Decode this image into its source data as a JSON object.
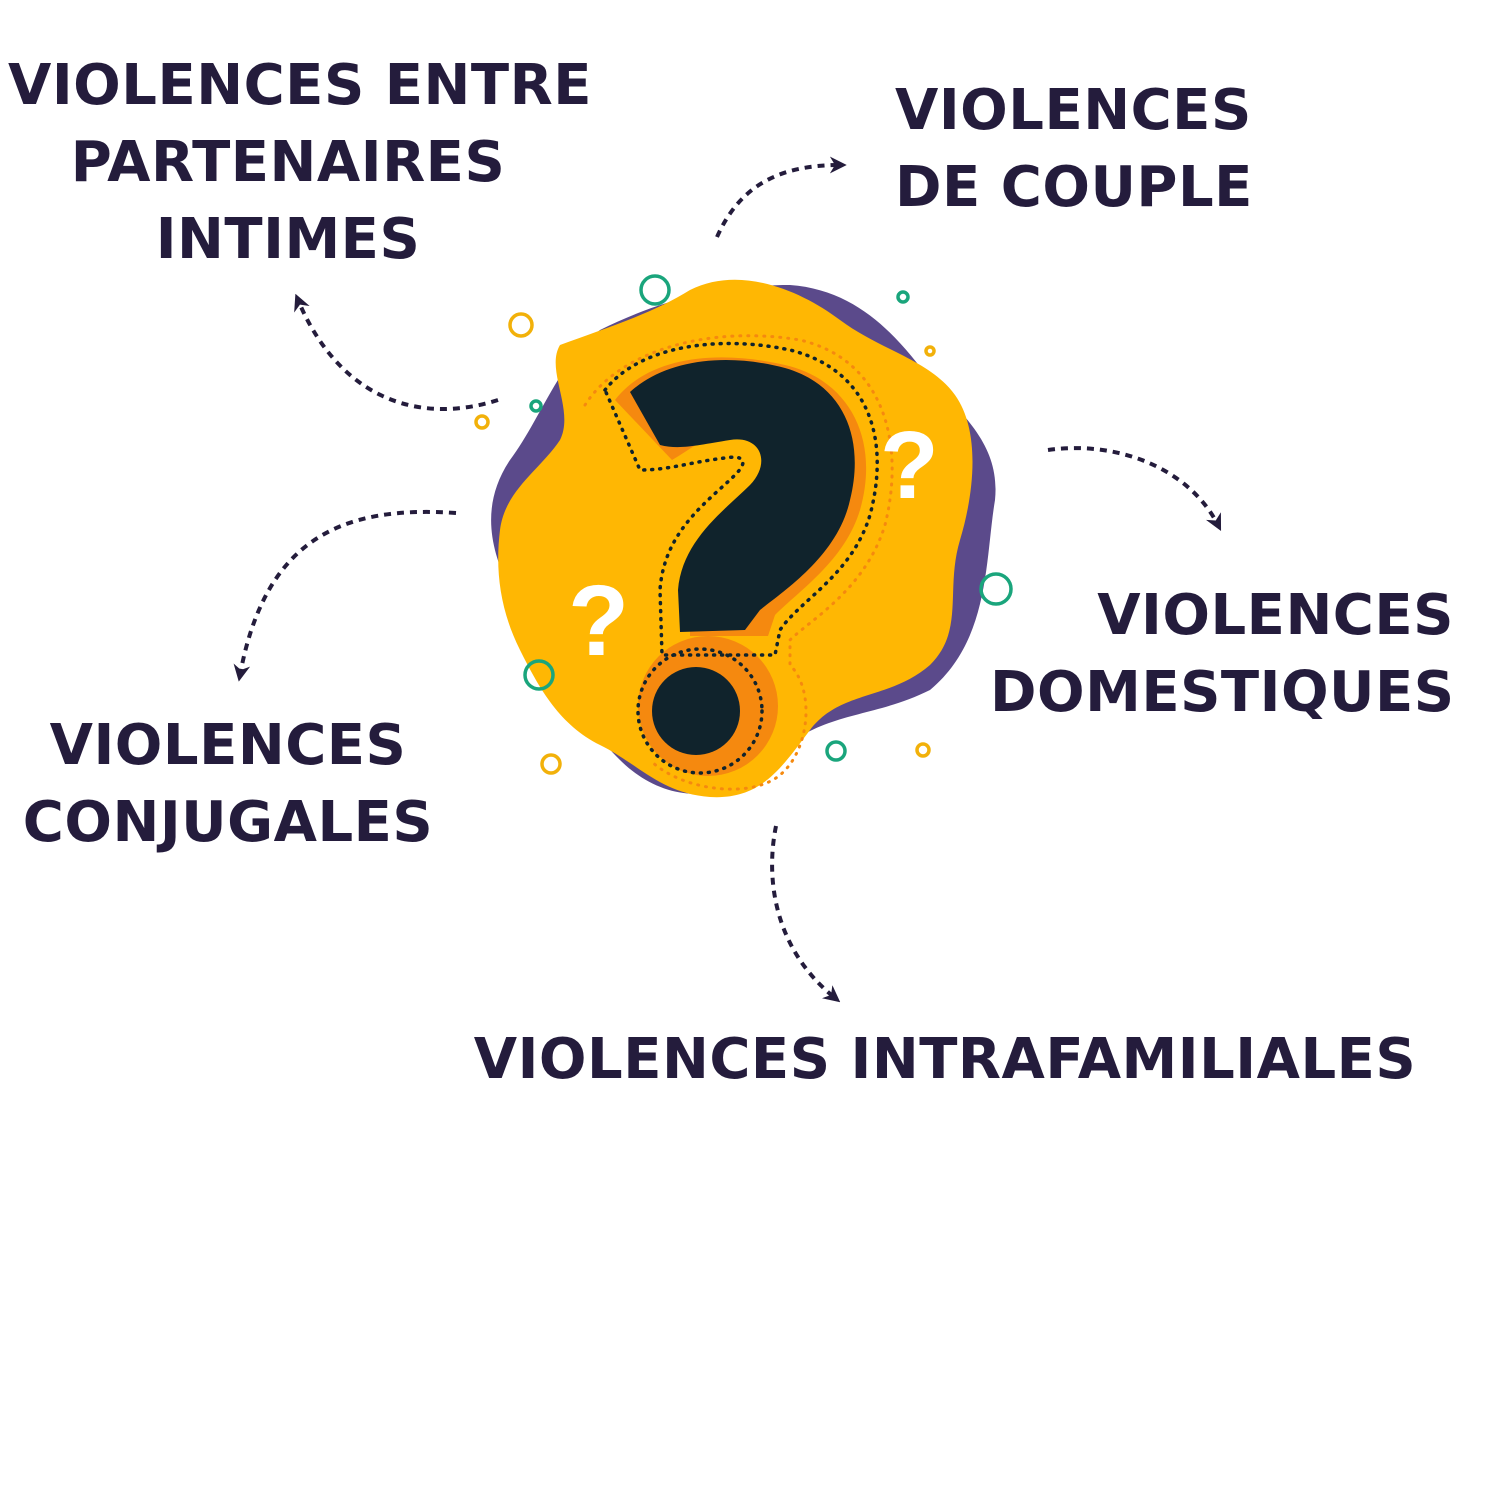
{
  "colors": {
    "text": "#241c3c",
    "blob_yellow": "#ffb703",
    "blob_purple": "#5b4a8b",
    "orange": "#f5890f",
    "question_dark": "#10232c",
    "circle_green": "#1aa57c",
    "circle_yellow": "#f2b10a"
  },
  "center_icon": "question-mark-icon",
  "terms": {
    "top_left": [
      "VIOLENCES ENTRE",
      "PARTENAIRES",
      "INTIMES"
    ],
    "top_right": [
      "VIOLENCES",
      "DE COUPLE"
    ],
    "right": [
      "VIOLENCES",
      "DOMESTIQUES"
    ],
    "left": [
      "VIOLENCES",
      "CONJUGALES"
    ],
    "bottom": [
      "VIOLENCES INTRAFAMILIALES"
    ]
  }
}
